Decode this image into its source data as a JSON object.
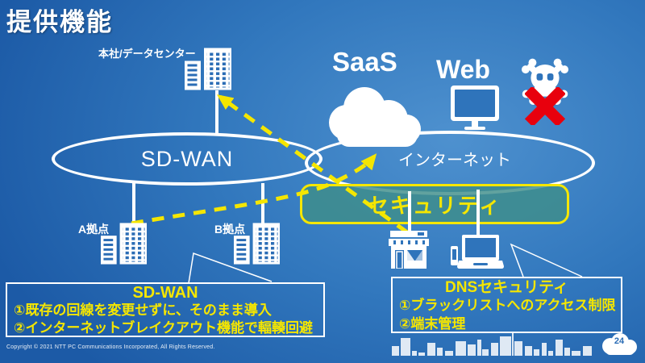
{
  "slide": {
    "title": "提供機能",
    "page_number": "24",
    "copyright": "Copyright © 2021 NTT PC Communications Incorporated, All Rights Reserved."
  },
  "diagram": {
    "hq_label": "本社/データセンター",
    "saas_label": "SaaS",
    "web_label": "Web",
    "sdwan_ellipse_label": "SD-WAN",
    "internet_ellipse_label": "インターネット",
    "security_band_label": "セキュリティ",
    "site_a_label": "A拠点",
    "site_b_label": "B拠点"
  },
  "callout_sdwan": {
    "title": "SD-WAN",
    "items": [
      "①既存の回線を変更せずに、そのまま導入",
      "②インターネットブレイクアウト機能で輻輳回避"
    ]
  },
  "callout_dns": {
    "title": "DNSセキュリティ",
    "items": [
      "①ブラックリストへのアクセス制限",
      "②端末管理"
    ]
  },
  "colors": {
    "background_blue": "#2a6cb5",
    "accent_yellow": "#f5e600",
    "security_fill_teal": "#3e8e8a",
    "alert_red": "#e8000d",
    "line_white": "#ffffff"
  },
  "icons": {
    "hq": "building-icon",
    "site_a": "building-icon",
    "site_b": "building-icon",
    "saas": "cloud-icon",
    "web": "monitor-icon",
    "threat": "skull-crossbones-icon",
    "blocked": "red-x-icon",
    "store": "storefront-icon",
    "endpoint": "laptop-icon",
    "footer": "city-skyline",
    "page_badge": "cloud-badge"
  }
}
